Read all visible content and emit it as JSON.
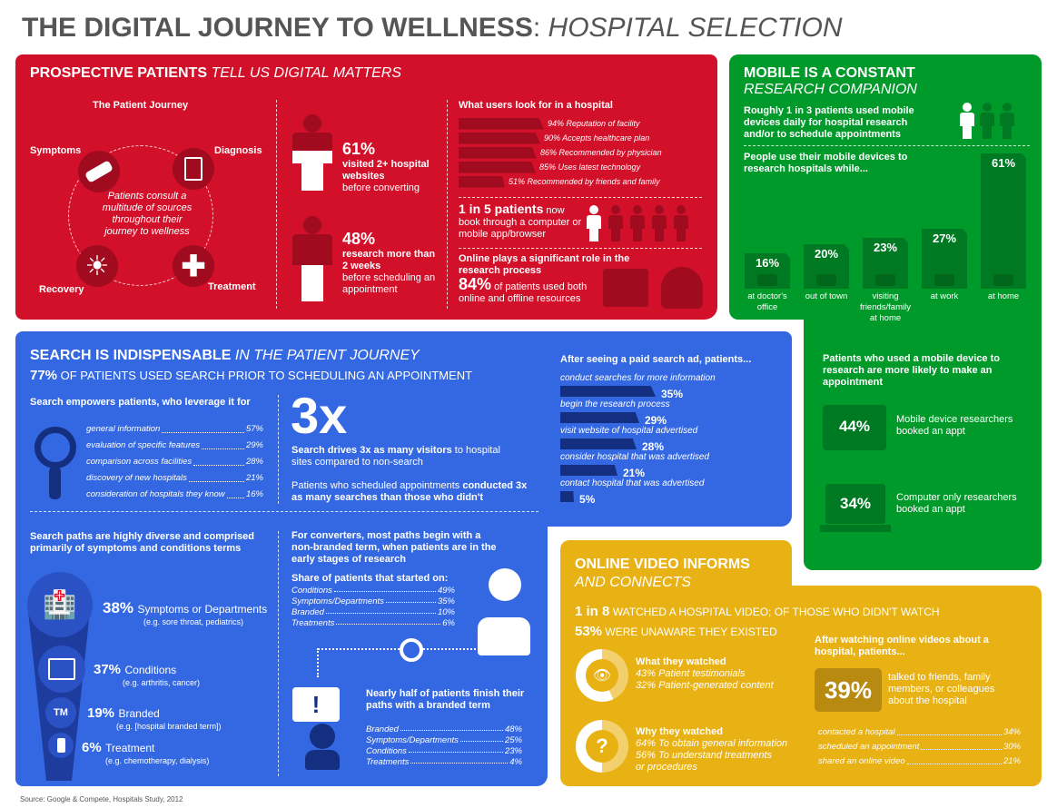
{
  "title": {
    "main": "THE DIGITAL JOURNEY TO WELLNESS",
    "sep": ":",
    "sub": "HOSPITAL SELECTION"
  },
  "colors": {
    "red": "#d3102a",
    "green": "#009a2a",
    "blue": "#3468e2",
    "yellow": "#e8b114",
    "title": "#555555"
  },
  "prospective": {
    "heading_bold": "PROSPECTIVE PATIENTS",
    "heading_italic": "TELL US DIGITAL MATTERS",
    "journey": {
      "title": "The Patient Journey",
      "stages": [
        "Symptoms",
        "Diagnosis",
        "Treatment",
        "Recovery"
      ],
      "center_text": "Patients consult a multitude of sources throughout their journey to wellness"
    },
    "stat1": {
      "value": "61%",
      "bold": "visited 2+ hospital websites",
      "text": "before converting"
    },
    "stat2": {
      "value": "48%",
      "bold": "research more than 2 weeks",
      "text": "before scheduling an appointment"
    },
    "look_for": {
      "title": "What users look for in a hospital",
      "items": [
        {
          "value": 94,
          "label": "94% Reputation of facility"
        },
        {
          "value": 90,
          "label": "90% Accepts healthcare plan"
        },
        {
          "value": 86,
          "label": "86% Recommended by physician"
        },
        {
          "value": 85,
          "label": "85% Uses latest technology"
        },
        {
          "value": 51,
          "label": "51% Recommended by friends and family"
        }
      ]
    },
    "one_in_five": {
      "bold": "1 in 5 patients",
      "text": " now book through a computer or mobile app/browser"
    },
    "online": {
      "title": "Online plays a significant role in the research process",
      "value": "84%",
      "text": " of patients used both online and offline resources"
    }
  },
  "mobile": {
    "heading_bold": "MOBILE IS A CONSTANT",
    "heading_italic": "RESEARCH COMPANION",
    "intro": "Roughly 1 in 3 patients used mobile devices daily for hospital research and/or to schedule appointments",
    "chart_title": "People use their mobile devices to research hospitals while...",
    "bars": [
      {
        "value": 16,
        "label": "16%",
        "name": "at doctor's office",
        "icon": "phone-icon"
      },
      {
        "value": 20,
        "label": "20%",
        "name": "out of town",
        "icon": "airplane-icon"
      },
      {
        "value": 23,
        "label": "23%",
        "name": "visiting friends/family at home",
        "icon": "family-icon"
      },
      {
        "value": 27,
        "label": "27%",
        "name": "at work",
        "icon": "office-building-icon"
      },
      {
        "value": 61,
        "label": "61%",
        "name": "at home",
        "icon": "house-icon"
      }
    ],
    "likely": "Patients who used a mobile device to research are more likely to make an appointment",
    "tablet": {
      "value": "44%",
      "text": "Mobile device researchers booked an appt"
    },
    "laptop": {
      "value": "34%",
      "text": "Computer only researchers booked an appt"
    }
  },
  "search": {
    "heading_bold": "SEARCH IS INDISPENSABLE",
    "heading_italic": "IN THE PATIENT JOURNEY",
    "sub_value": "77%",
    "sub_text": " OF PATIENTS USED SEARCH PRIOR TO SCHEDULING AN APPOINTMENT",
    "leverage_title": "Search empowers patients, who leverage it for",
    "leverage": [
      {
        "label": "general information",
        "value": "57%"
      },
      {
        "label": "evaluation of specific features",
        "value": "29%"
      },
      {
        "label": "comparison across facilities",
        "value": "28%"
      },
      {
        "label": "discovery of new hospitals",
        "value": "21%"
      },
      {
        "label": "consideration of hospitals they know",
        "value": "16%"
      }
    ],
    "big": "3x",
    "drives_bold": "Search drives 3x as many visitors",
    "drives_text": " to hospital sites compared to non-search",
    "scheduled_text": "Patients who scheduled appointments ",
    "scheduled_bold": "conducted 3x as many searches than those who didn't",
    "ad_title": "After seeing a paid search ad, patients...",
    "ad_items": [
      {
        "label": "conduct searches for more information",
        "value": 35,
        "text": "35%"
      },
      {
        "label": "begin the research process",
        "value": 29,
        "text": "29%"
      },
      {
        "label": "visit website of hospital advertised",
        "value": 28,
        "text": "28%"
      },
      {
        "label": "consider hospital that was advertised",
        "value": 21,
        "text": "21%"
      },
      {
        "label": "contact hospital that was advertised",
        "value": 5,
        "text": "5%"
      }
    ],
    "paths_title": "Search paths are highly diverse and comprised primarily of symptoms and conditions terms",
    "paths": [
      {
        "value": "38%",
        "name": "Symptoms or Departments",
        "example": "(e.g. sore throat, pediatrics)"
      },
      {
        "value": "37%",
        "name": "Conditions",
        "example": "(e.g. arthritis, cancer)"
      },
      {
        "value": "19%",
        "name": "Branded",
        "example": "(e.g. [hospital branded term])",
        "icon_text": "TM"
      },
      {
        "value": "6%",
        "name": "Treatment",
        "example": "(e.g. chemotherapy, dialysis)"
      }
    ],
    "converters": "For converters, most paths begin with a non-branded term, when patients are in the early stages of research",
    "share_title": "Share of patients that started on:",
    "started": [
      {
        "label": "Conditions",
        "value": "49%"
      },
      {
        "label": "Symptoms/Departments",
        "value": "35%"
      },
      {
        "label": "Branded",
        "value": "10%"
      },
      {
        "label": "Treatments",
        "value": "6%"
      }
    ],
    "finish_title": "Nearly half of patients finish their paths with a branded term",
    "finished": [
      {
        "label": "Branded",
        "value": "48%"
      },
      {
        "label": "Symptoms/Departments",
        "value": "25%"
      },
      {
        "label": "Conditions",
        "value": "23%"
      },
      {
        "label": "Treatments",
        "value": "4%"
      }
    ]
  },
  "video": {
    "heading_bold": "ONLINE VIDEO INFORMS",
    "heading_italic": "AND CONNECTS",
    "line1_bold": "1 in 8",
    "line1_text": " WATCHED A HOSPITAL VIDEO; OF THOSE WHO DIDN'T WATCH",
    "line2_bold": "53%",
    "line2_text": " WERE UNAWARE THEY EXISTED",
    "what": {
      "title": "What they watched",
      "items": [
        "43% Patient testimonials",
        "32% Patient-generated content"
      ]
    },
    "why": {
      "title": "Why they watched",
      "items": [
        "64% To obtain general information",
        "56% To understand treatments or procedures"
      ]
    },
    "after_title": "After watching online videos about a hospital, patients...",
    "big": "39%",
    "big_text": "talked to friends, family members, or colleagues about the hospital",
    "after": [
      {
        "label": "contacted a hospital",
        "value": "34%"
      },
      {
        "label": "scheduled an appointment",
        "value": "30%"
      },
      {
        "label": "shared an online video",
        "value": "21%"
      }
    ]
  },
  "source": "Source: Google & Compete, Hospitals Study, 2012"
}
